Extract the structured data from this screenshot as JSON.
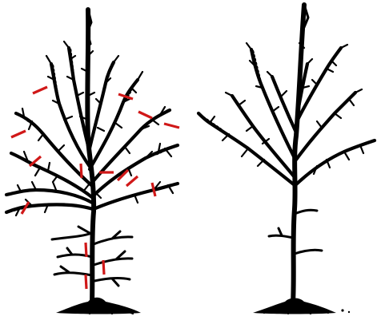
{
  "colors": {
    "ink": "#000000",
    "cut_mark": "#d01818",
    "background": "#ffffff"
  },
  "figure": {
    "panels": [
      {
        "state": "before pruning",
        "cut_marks": 20
      },
      {
        "state": "after pruning",
        "cut_marks": 0
      }
    ]
  }
}
